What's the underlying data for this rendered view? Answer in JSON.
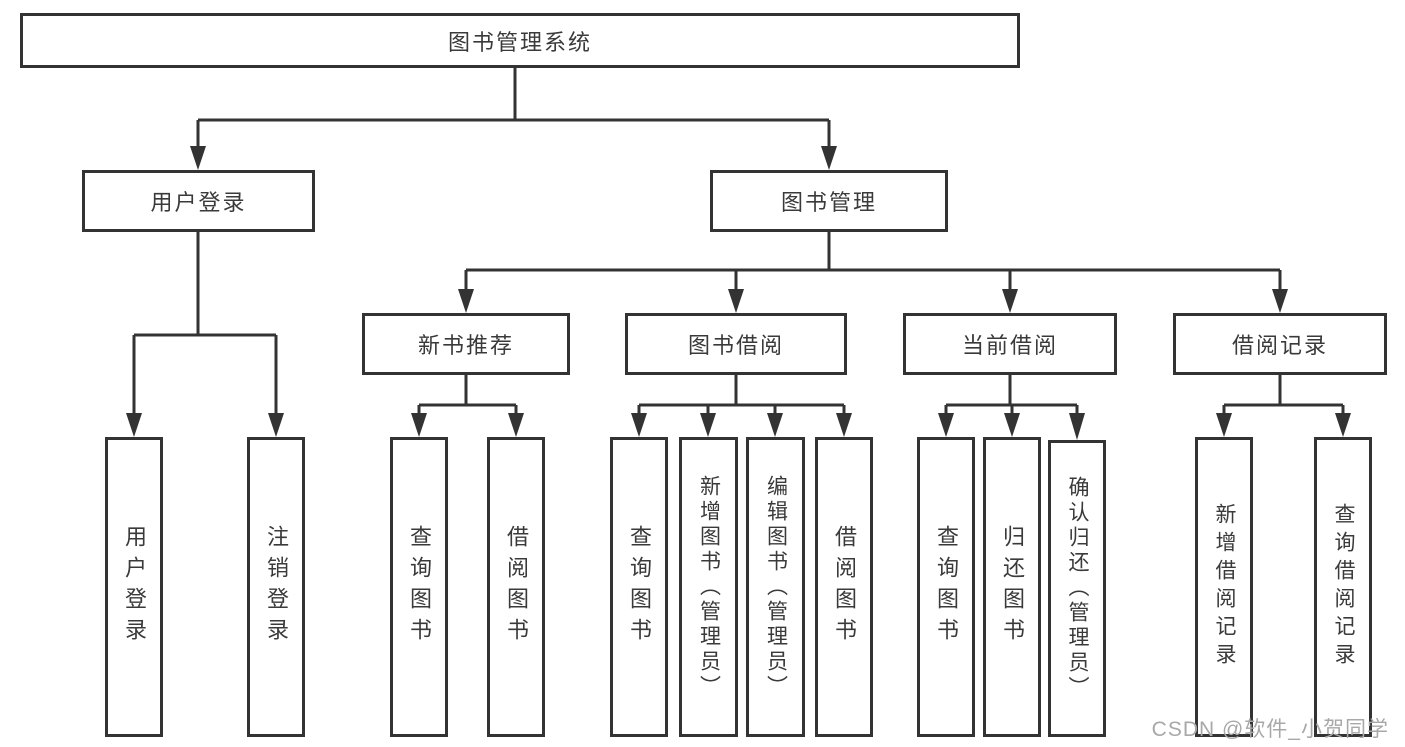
{
  "diagram": {
    "title": "图书管理系统",
    "root": {
      "label": "图书管理系统"
    },
    "branches": {
      "user_login": {
        "label": "用户登录",
        "children": [
          {
            "label": "用户登录"
          },
          {
            "label": "注销登录"
          }
        ]
      },
      "book_mgmt": {
        "label": "图书管理",
        "modules": [
          {
            "label": "新书推荐",
            "children": [
              {
                "label": "查询图书"
              },
              {
                "label": "借阅图书"
              }
            ]
          },
          {
            "label": "图书借阅",
            "children": [
              {
                "label": "查询图书"
              },
              {
                "label": "新增图书（管理员）"
              },
              {
                "label": "编辑图书（管理员）"
              },
              {
                "label": "借阅图书"
              }
            ]
          },
          {
            "label": "当前借阅",
            "children": [
              {
                "label": "查询图书"
              },
              {
                "label": "归还图书"
              },
              {
                "label": "确认归还（管理员）"
              }
            ]
          },
          {
            "label": "借阅记录",
            "children": [
              {
                "label": "新增借阅记录"
              },
              {
                "label": "查询借阅记录"
              }
            ]
          }
        ]
      }
    },
    "line_color": "#333333",
    "box_background": "#ffffff",
    "text_color": "#3a3a3a"
  },
  "watermark": {
    "text": "CSDN @软件_小贺同学",
    "color": "#a8a8a8"
  }
}
